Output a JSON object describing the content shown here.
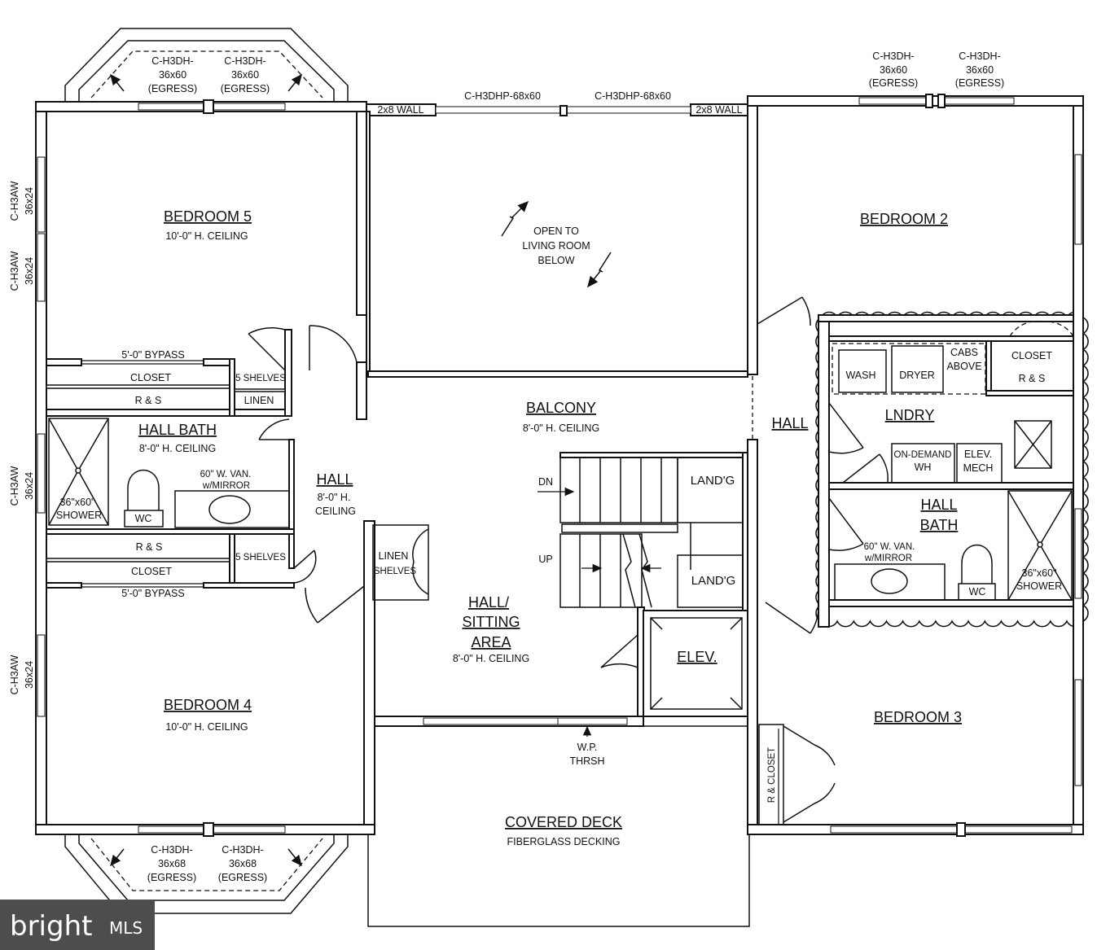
{
  "windows": {
    "top_bay_left": {
      "l1": "C-H3DH-",
      "l2": "36x60",
      "l3": "(EGRESS)"
    },
    "top_bay_right": {
      "l1": "C-H3DH-",
      "l2": "36x60",
      "l3": "(EGRESS)"
    },
    "bed2_left": {
      "l1": "C-H3DH-",
      "l2": "36x60",
      "l3": "(EGRESS)"
    },
    "bed2_right": {
      "l1": "C-H3DH-",
      "l2": "36x60",
      "l3": "(EGRESS)"
    },
    "bottom_bay_left": {
      "l1": "C-H3DH-",
      "l2": "36x68",
      "l3": "(EGRESS)"
    },
    "bottom_bay_right": {
      "l1": "C-H3DH-",
      "l2": "36x68",
      "l3": "(EGRESS)"
    },
    "top_center_left": "C-H3DHP-68x60",
    "top_center_right": "C-H3DHP-68x60",
    "wall_left": "2x8 WALL",
    "wall_right": "2x8 WALL",
    "side": [
      {
        "l1": "C-H3AW",
        "l2": "36x24"
      },
      {
        "l1": "C-H3AW",
        "l2": "36x24"
      },
      {
        "l1": "C-H3AW",
        "l2": "36x24"
      },
      {
        "l1": "C-H3AW",
        "l2": "36x24"
      }
    ]
  },
  "rooms": {
    "bedroom5": {
      "name": "BEDROOM 5",
      "ceiling": "10'-0\" H. CEILING"
    },
    "open_below": {
      "l1": "OPEN TO",
      "l2": "LIVING ROOM",
      "l3": "BELOW"
    },
    "bedroom2": {
      "name": "BEDROOM 2"
    },
    "closet_upper": {
      "bypass": "5'-0\" BYPASS",
      "name": "CLOSET",
      "rs": "R & S"
    },
    "linen_upper": {
      "shelves": "5 SHELVES",
      "name": "LINEN"
    },
    "hall_bath_left": {
      "name": "HALL BATH",
      "ceiling": "8'-0\" H. CEILING",
      "vanity1": "60\" W. VAN.",
      "vanity2": "w/MIRROR",
      "shower1": "36\"x60\"",
      "shower2": "SHOWER",
      "wc": "WC"
    },
    "hall_left": {
      "name": "HALL",
      "l2": "8'-0\" H.",
      "l3": "CEILING"
    },
    "balcony": {
      "name": "BALCONY",
      "ceiling": "8'-0\" H. CEILING"
    },
    "hall_right": {
      "name": "HALL"
    },
    "laundry": {
      "wash": "WASH",
      "dryer": "DRYER",
      "cabs1": "CABS",
      "cabs2": "ABOVE",
      "name": "LNDRY",
      "wh1": "ON-DEMAND",
      "wh2": "WH",
      "mech1": "ELEV.",
      "mech2": "MECH"
    },
    "closet_laundry": {
      "name": "CLOSET",
      "rs": "R & S"
    },
    "hall_bath_right": {
      "l1": "HALL",
      "l2": "BATH",
      "vanity1": "60\" W. VAN.",
      "vanity2": "w/MIRROR",
      "shower1": "36\"x60\"",
      "shower2": "SHOWER",
      "wc": "WC"
    },
    "stairs": {
      "dn": "DN",
      "up": "UP",
      "landing_top": "LAND'G",
      "landing_bottom": "LAND'G"
    },
    "closet_lower": {
      "rs": "R & S",
      "name": "CLOSET",
      "bypass": "5'-0\" BYPASS"
    },
    "shelves_lower": "5 SHELVES",
    "linen_mid": {
      "l1": "LINEN",
      "l2": "SHELVES"
    },
    "sitting": {
      "l1": "HALL/",
      "l2": "SITTING",
      "l3": "AREA",
      "ceiling": "8'-0\" H. CEILING"
    },
    "elevator": "ELEV.",
    "bedroom4": {
      "name": "BEDROOM 4",
      "ceiling": "10'-0\" H. CEILING"
    },
    "bedroom3": {
      "name": "BEDROOM 3"
    },
    "threshold": {
      "l1": "W.P.",
      "l2": "THRSH"
    },
    "closet_bed3": "R & CLOSET",
    "deck": {
      "name": "COVERED DECK",
      "surface": "FIBERGLASS DECKING"
    }
  },
  "logo": {
    "brand": "bright",
    "suffix": "MLS"
  }
}
